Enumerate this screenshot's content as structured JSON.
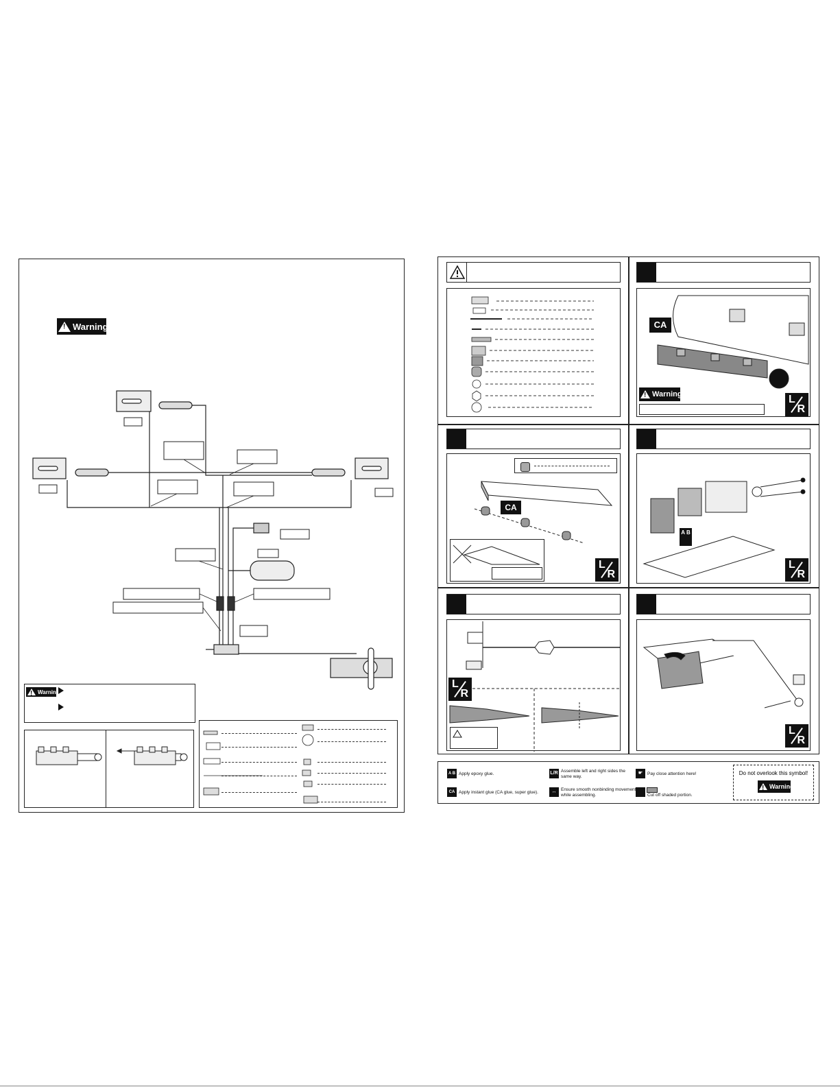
{
  "warnings": {
    "label": "Warning!"
  },
  "lr_badge": {
    "left": "L",
    "right": "R"
  },
  "ca_label": "CA",
  "legend": {
    "epoxy": "Apply epoxy glue.",
    "instant_glue": "Apply instant glue (CA glue, super glue).",
    "assemble_lr": "Assemble left and right sides the same way.",
    "smooth": "Ensure smooth nonbinding movement while assembling.",
    "attention": "Pay close attention here!",
    "cut_off": "Cut off shaded portion.",
    "overlook": "Do not overlook this symbol!",
    "ab_icon": "A B"
  }
}
